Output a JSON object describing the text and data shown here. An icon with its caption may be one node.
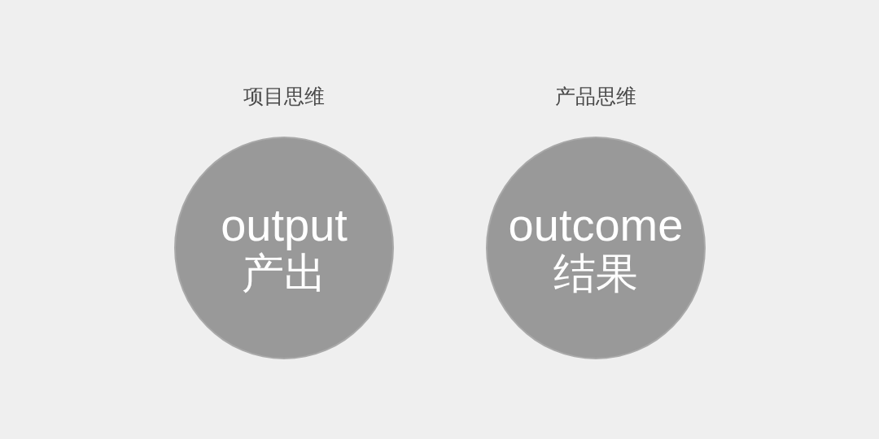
{
  "diagram": {
    "nodes": [
      {
        "text": [
          "项目思维",
          "output",
          "产出"
        ]
      },
      {
        "text": [
          "产品思维",
          "outcome",
          "结果"
        ]
      }
    ]
  }
}
